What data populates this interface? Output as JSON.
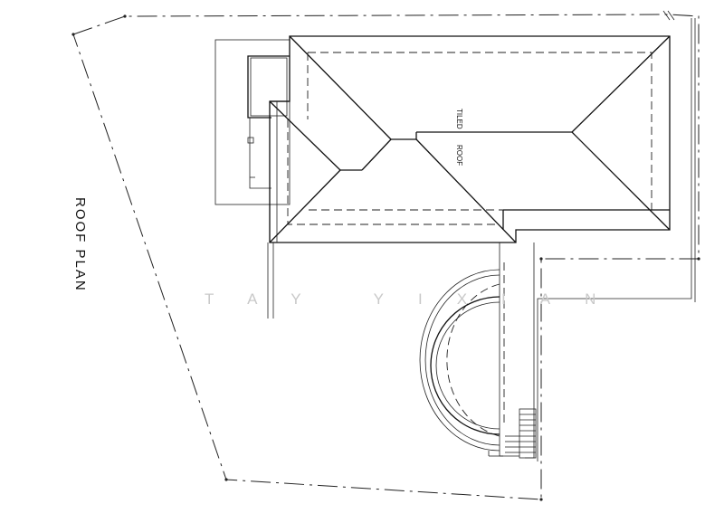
{
  "plan_title": "ROOF PLAN",
  "roof_label_1": "TILED",
  "roof_label_2": "ROOF",
  "watermark": "TAY YIXIAN"
}
